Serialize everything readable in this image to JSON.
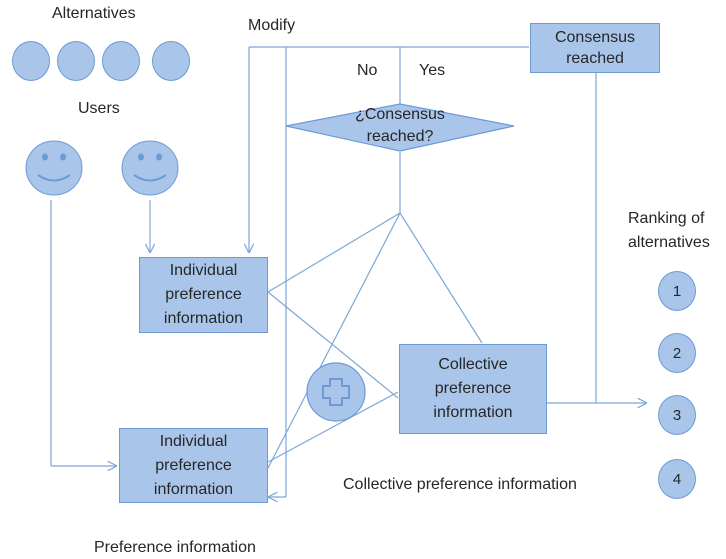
{
  "labels": {
    "alternatives": "Alternatives",
    "users": "Users",
    "modify": "Modify",
    "no": "No",
    "yes": "Yes",
    "ranking": "Ranking of\nalternatives",
    "collective_caption": "Collective preference information",
    "preference_caption": "Preference information"
  },
  "nodes": {
    "consensus_reached": "Consensus\nreached",
    "decision": "¿Consensus\nreached?",
    "individual_1": "Individual\npreference\ninformation",
    "individual_2": "Individual\npreference\ninformation",
    "collective": "Collective\npreference\ninformation"
  },
  "ranking": [
    "1",
    "2",
    "3",
    "4"
  ],
  "colors": {
    "fill": "#a9c6ea",
    "stroke": "#6d9ad4",
    "line": "#7aa8d8"
  }
}
